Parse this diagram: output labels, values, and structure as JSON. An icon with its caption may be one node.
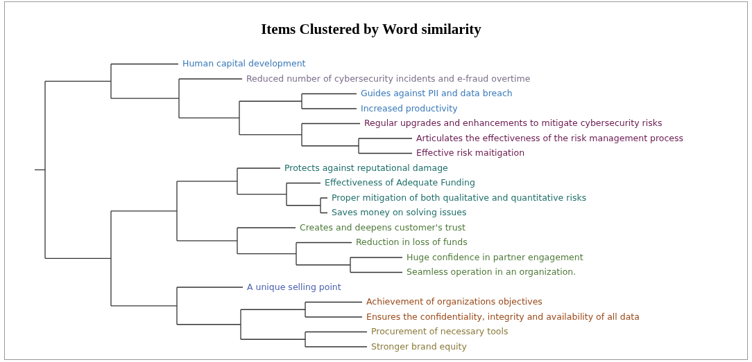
{
  "diagram": {
    "title": "Items Clustered by Word similarity",
    "labels": [
      "Human capital development",
      "Reduced  number of cybersecurity incidents and e-fraud overtime",
      "Guides against PII and data breach",
      "Increased productivity",
      "Regular upgrades and enhancements to mitigate cybersecurity risks",
      "Articulates the effectiveness of the risk management process",
      "Effective risk maitigation",
      "Protects against reputational damage",
      "Effectiveness of Adequate Funding",
      "Proper mitigation of both qualitative and quantitative risks",
      "Saves money on solving issues",
      "Creates and deepens customer's trust",
      "Reduction in loss of funds",
      "Huge confidence in partner engagement",
      "Seamless operation in an organization.",
      "A unique selling point",
      "Achievement of organizations objectives",
      "Ensures the confidentiality, integrity and availability of all data",
      "Procurement of necessary tools",
      "Stronger brand equity"
    ]
  }
}
